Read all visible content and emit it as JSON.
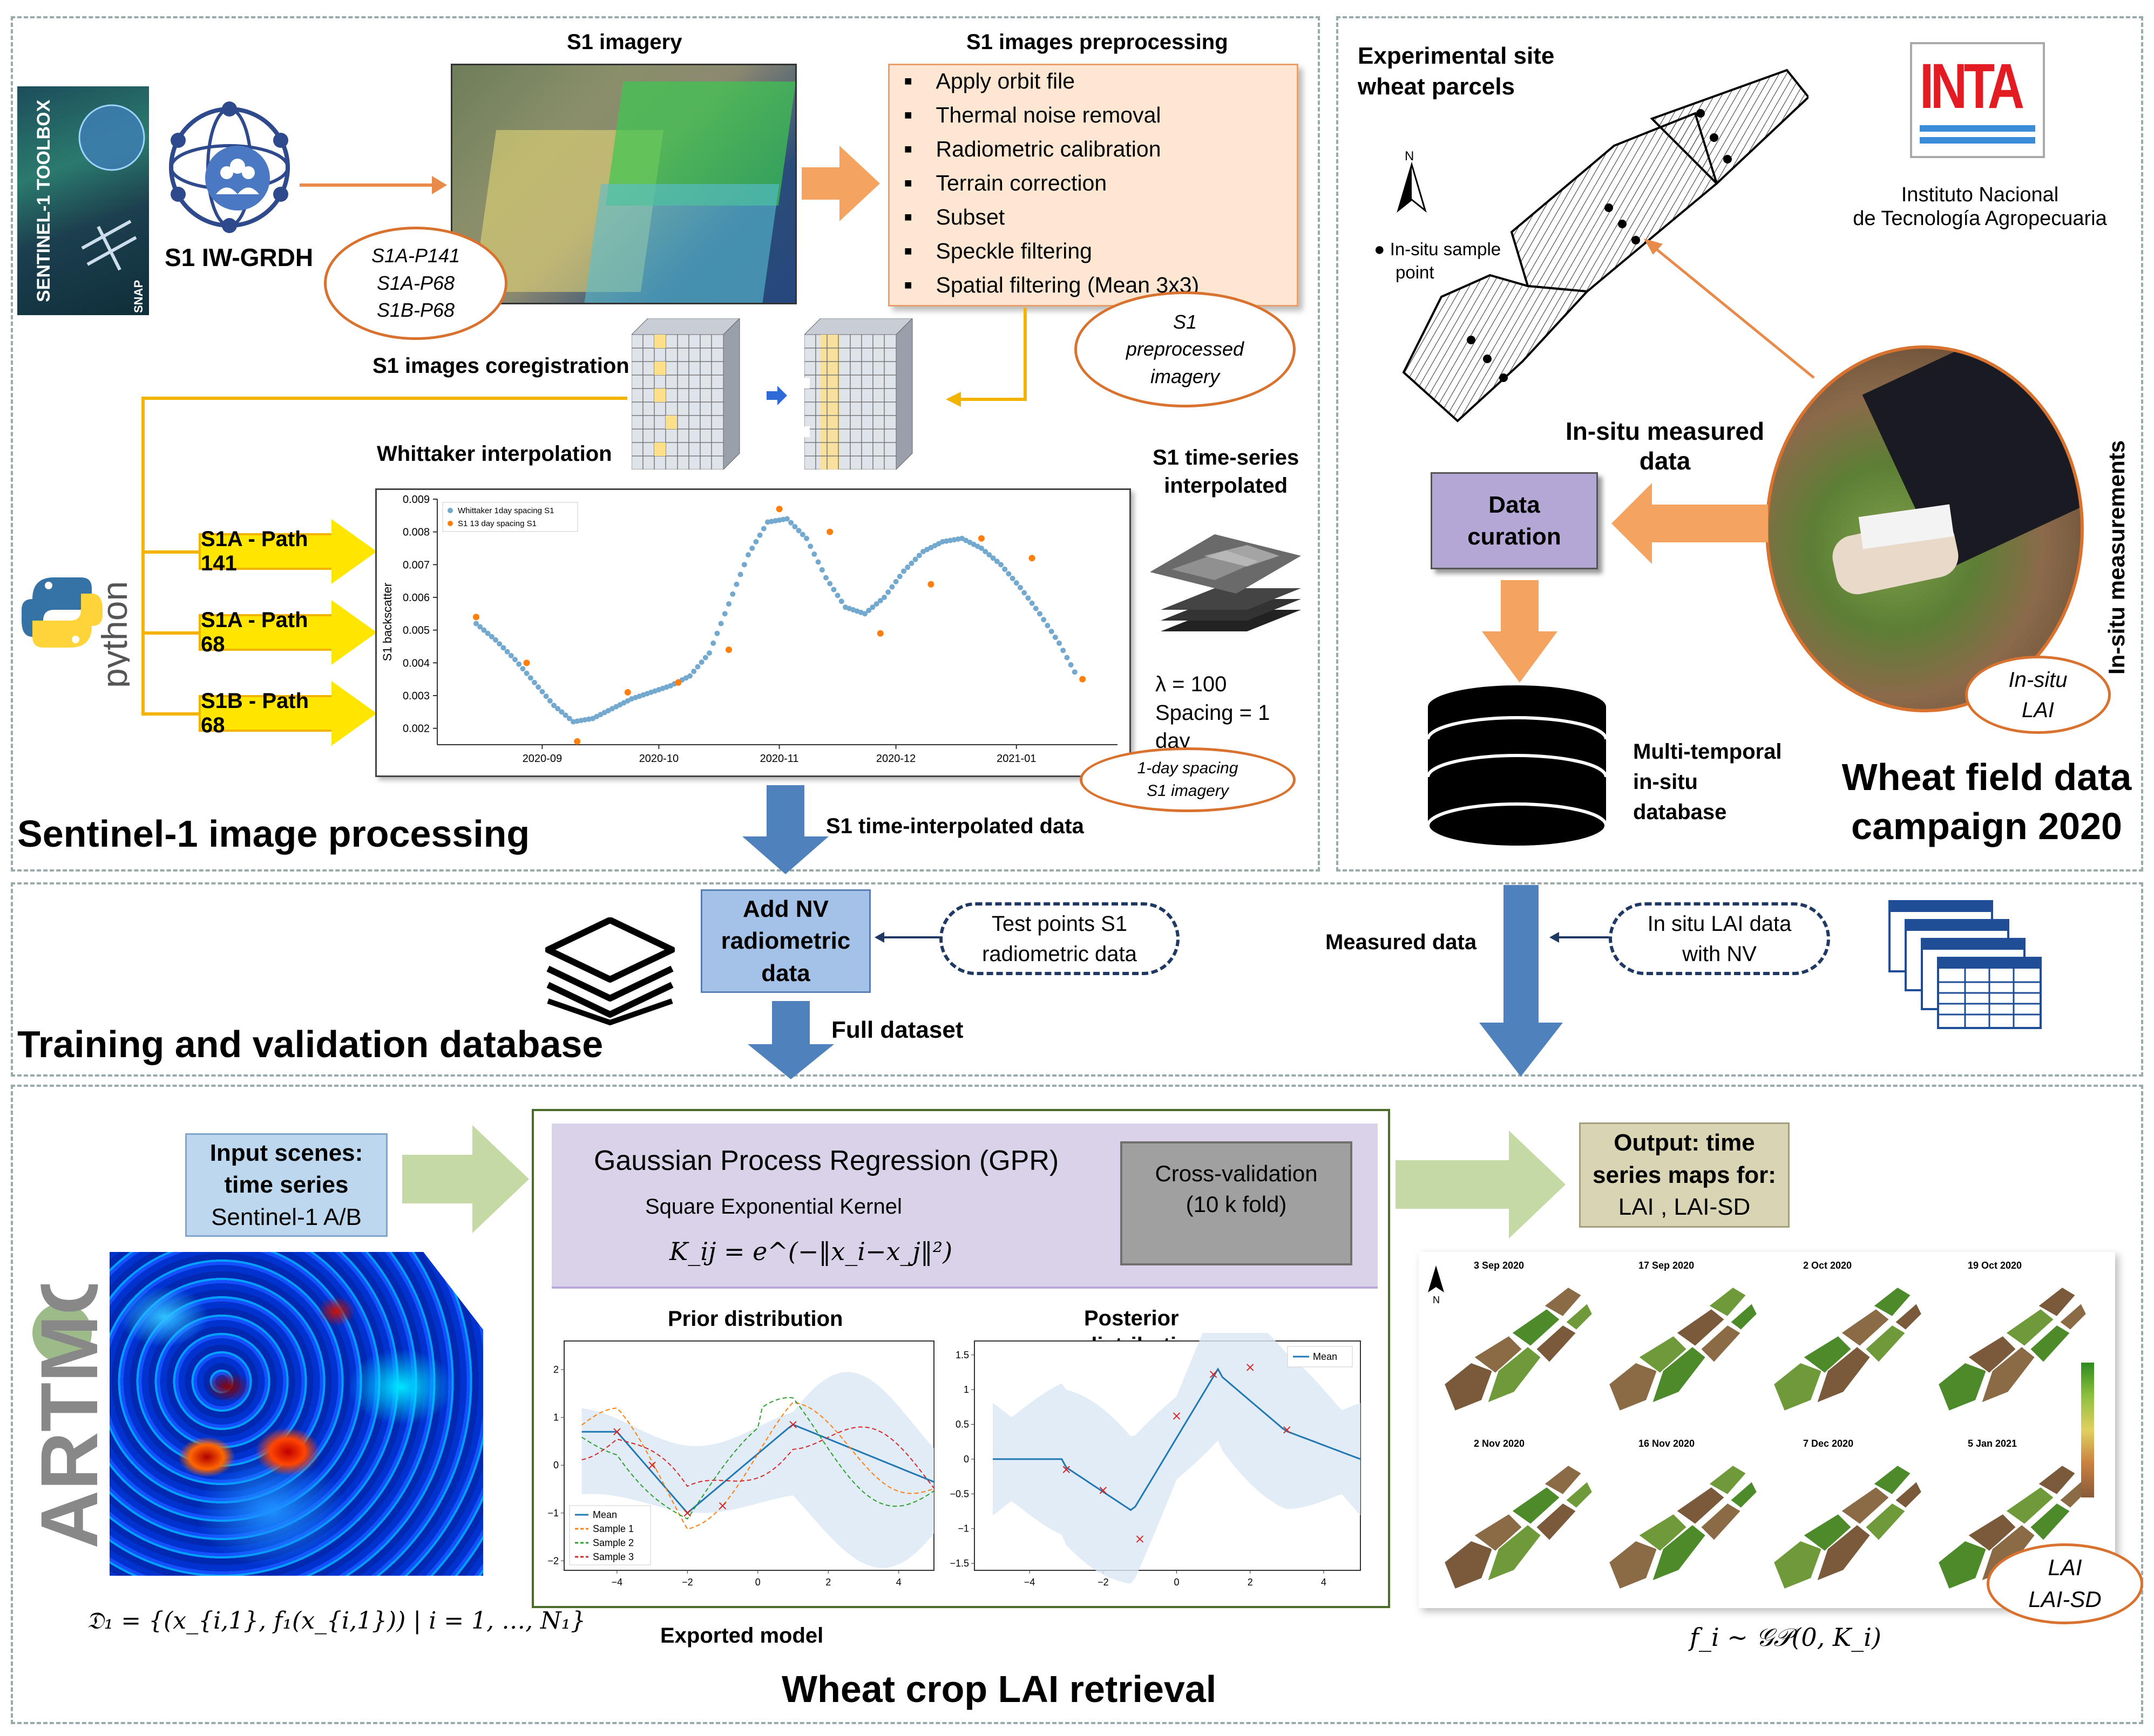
{
  "sections": {
    "s1_processing": "Sentinel-1 image processing",
    "field_campaign": "Wheat field data campaign 2020",
    "training_db": "Training and validation database",
    "lai_retrieval": "Wheat crop LAI retrieval"
  },
  "s1": {
    "toolbox_text": "SENTINEL-1 TOOLBOX",
    "snap_text": "SNAP",
    "product": "S1 IW-GRDH",
    "imagery_title": "S1 imagery",
    "paths_oval": [
      "S1A-P141",
      "S1A-P68",
      "S1B-P68"
    ],
    "preproc_title": "S1 images preprocessing",
    "preproc_steps": [
      "Apply orbit file",
      "Thermal noise removal",
      "Radiometric calibration",
      "Terrain correction",
      "Subset",
      "Speckle filtering",
      "Spatial filtering (Mean 3x3)"
    ],
    "preproc_oval": [
      "S1",
      "preprocessed",
      "imagery"
    ],
    "coreg_label": "S1 images coregistration",
    "whittaker_label": "Whittaker interpolation",
    "python_text": "python",
    "paths": [
      "S1A - Path 141",
      "S1A - Path 68",
      "S1B - Path 68"
    ],
    "ts_interp_label": [
      "S1 time-series",
      "interpolated"
    ],
    "lambda": "λ = 100",
    "spacing": "Spacing = 1 day",
    "spacing_oval": [
      "1-day spacing",
      "S1 imagery"
    ],
    "time_interp_data": "S1 time-interpolated data"
  },
  "chart_data": {
    "type": "scatter",
    "ylabel": "S1 backscatter",
    "xlabel": "",
    "ylim": [
      0.0015,
      0.009
    ],
    "yticks": [
      0.002,
      0.003,
      0.004,
      0.005,
      0.006,
      0.007,
      0.008,
      0.009
    ],
    "ytick_labels": [
      "0.002",
      "0.003",
      "0.004",
      "0.005",
      "0.006",
      "0.007",
      "0.008",
      "0.009"
    ],
    "xticks": [
      12,
      42,
      73,
      103,
      134
    ],
    "xtick_labels": [
      "2020-09",
      "2020-10",
      "2020-11",
      "2020-12",
      "2021-01"
    ],
    "xlim": [
      -15,
      160
    ],
    "legend_position": "top-left",
    "series": [
      {
        "name": "Whittaker 1day spacing S1",
        "color": "#74a9cf",
        "marker": "small",
        "x": [
          -5,
          0,
          5,
          10,
          15,
          20,
          25,
          30,
          35,
          40,
          45,
          50,
          55,
          60,
          65,
          70,
          75,
          80,
          85,
          90,
          95,
          100,
          105,
          110,
          115,
          120,
          125,
          130,
          135,
          140,
          145,
          150
        ],
        "y": [
          0.0052,
          0.0047,
          0.0041,
          0.0034,
          0.0027,
          0.0022,
          0.0023,
          0.0026,
          0.0029,
          0.0031,
          0.0033,
          0.0036,
          0.0043,
          0.0058,
          0.0073,
          0.0083,
          0.0084,
          0.0078,
          0.0066,
          0.0057,
          0.0055,
          0.006,
          0.0068,
          0.0074,
          0.0077,
          0.0078,
          0.0075,
          0.007,
          0.0063,
          0.0055,
          0.0046,
          0.0035
        ]
      },
      {
        "name": "S1 13 day spacing S1",
        "color": "#ff7f0e",
        "marker": "large",
        "x": [
          -5,
          8,
          21,
          34,
          47,
          60,
          73,
          86,
          99,
          112,
          125,
          138,
          151
        ],
        "y": [
          0.0054,
          0.004,
          0.0016,
          0.0031,
          0.0034,
          0.0044,
          0.0087,
          0.008,
          0.0049,
          0.0064,
          0.0078,
          0.0072,
          0.0035
        ]
      }
    ]
  },
  "field": {
    "site_title": [
      "Experimental site",
      "wheat parcels"
    ],
    "north": "N",
    "sample_point": [
      "In-situ sample",
      "point"
    ],
    "inta_logo": "INTA",
    "inta_name": [
      "Instituto Nacional",
      "de Tecnología Agropecuaria"
    ],
    "measured": [
      "In-situ measured",
      "data"
    ],
    "insitu_vertical": "In-situ measurements",
    "curation": [
      "Data",
      "curation"
    ],
    "database": [
      "Multi-temporal",
      "in-situ",
      "database"
    ],
    "lai_oval": [
      "In-situ",
      "LAI"
    ]
  },
  "training": {
    "add_nv": [
      "Add NV",
      "radiometric",
      "data"
    ],
    "test_points": [
      "Test points S1",
      "radiometric data"
    ],
    "full_dataset": "Full dataset",
    "measured_data": "Measured data",
    "insitu_lai": [
      "In situ LAI data",
      "with NV"
    ]
  },
  "retrieval": {
    "input_scenes": [
      "Input scenes:",
      "time series"
    ],
    "input_sensor": "Sentinel-1 A/B",
    "artmo": "ARTMO",
    "dataset_formula": "𝔇₁ = {(x_{i,1}, f₁(x_{i,1})) | i = 1, …, N₁}",
    "gpr_title": "Gaussian Process Regression (GPR)",
    "kernel_name": "Square Exponential Kernel",
    "kernel_formula": "K_ij = e^(−‖x_i−x_j‖²)",
    "cv": [
      "Cross-validation",
      "(10 k fold)"
    ],
    "prior_title": "Prior distribution",
    "posterior_title": [
      "Posterior",
      "distribution"
    ],
    "prior_legend": [
      "Mean",
      "Sample 1",
      "Sample 2",
      "Sample 3"
    ],
    "posterior_legend": [
      "Mean"
    ],
    "exported_model": "Exported model",
    "output": [
      "Output: time",
      "series maps for:"
    ],
    "output_vars": "LAI , LAI-SD",
    "map_dates": [
      "3 Sep 2020",
      "17 Sep 2020",
      "2 Oct 2020",
      "19 Oct 2020",
      "2 Nov 2020",
      "16 Nov 2020",
      "7 Dec 2020",
      "5 Jan 2021"
    ],
    "lai_oval": [
      "LAI",
      "LAI-SD"
    ],
    "gp_formula": "f_i ~ 𝒢𝒫(0, K_i)"
  },
  "colors": {
    "orange": "#d9722e",
    "arrow_orange": "#f4a460",
    "blue_arrow": "#4f81bd",
    "yellow": "#ffe600",
    "green_arrow": "#c4d9a3",
    "purple_box": "#b4a7d6",
    "gpr_bg": "#d9d2e9"
  }
}
